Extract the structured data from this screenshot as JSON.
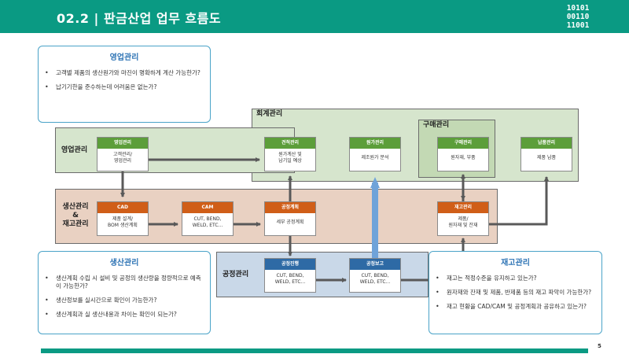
{
  "header": {
    "title": "02.2 | 판금산업 업무 흐름도",
    "binary": [
      "10101",
      "00110",
      "11001"
    ]
  },
  "colors": {
    "header": "#0a9a83",
    "sales_zone": "#d6e5cd",
    "production_zone": "#e9d1c2",
    "process_zone": "#c9d8e8",
    "accounting_zone": "#d6e5cd",
    "green_head": "#5c9e3a",
    "orange_head": "#d05e18",
    "blue_head": "#2e6aa5",
    "blue_arrow": "#6fa3d9"
  },
  "zones": {
    "accounting": "회계관리",
    "purchasing": "구매관리",
    "sales": "영업관리",
    "production": [
      "생산관리",
      "&",
      "재고관리"
    ],
    "process": "공정관리"
  },
  "boxes": {
    "sales": {
      "title": "영업관리",
      "body": "고객관리/\n영업관리"
    },
    "estimate": {
      "title": "견적관리",
      "body": "원가계산 및\n납기일 예상"
    },
    "costing": {
      "title": "원가관리",
      "body": "제조원가 분석"
    },
    "purchase": {
      "title": "구매관리",
      "body": "원자재, 부품"
    },
    "delivery": {
      "title": "납품관리",
      "body": "제품 납품"
    },
    "cad": {
      "title": "CAD",
      "body": "제품 설계/\nBOM 생산계획"
    },
    "cam": {
      "title": "CAM",
      "body": "CUT, BEND,\nWELD, ETC..."
    },
    "process_plan": {
      "title": "공정계획",
      "body": "세부 공정계획"
    },
    "inventory": {
      "title": "재고관리",
      "body": "제품/\n원자재 및 잔재"
    },
    "process_progress": {
      "title": "공정진행",
      "body": "CUT, BEND,\nWELD, ETC..."
    },
    "process_report": {
      "title": "공정보고",
      "body": "CUT, BEND,\nWELD, ETC..."
    }
  },
  "callouts": {
    "sales": {
      "title": "영업관리",
      "items": [
        "고객별 제품의 생산원가와 마진이 명확하게 계산 가능한가?",
        "납기기한을 준수하는데 어려움은 없는가?"
      ]
    },
    "production": {
      "title": "생산관리",
      "items": [
        "생산계획 수립 시 설비 및 공정의 생산량을 정량적으로 예측이 가능한가?",
        "생산정보를 실시간으로 확인이 가능한가?",
        "생산계획과 실 생산내용과 차이는 확인이 되는가?"
      ]
    },
    "inventory": {
      "title": "재고관리",
      "items": [
        "재고는 적정수준을 유지하고 있는가?",
        "원자재와 잔재 및 제품, 반제품 등의 재고 파악이 가능한가?",
        "재고 현황을 CAD/CAM 및 공정계획과 공유하고 있는가?"
      ]
    }
  },
  "page_number": "5"
}
